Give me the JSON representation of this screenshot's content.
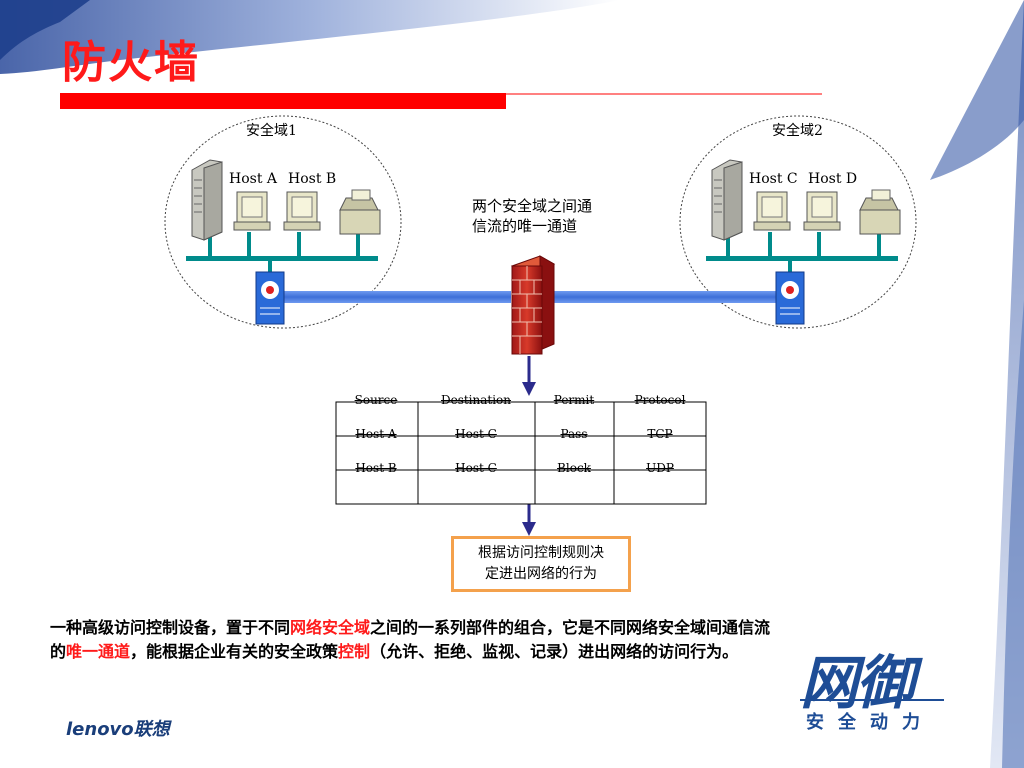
{
  "slide": {
    "title": "防火墙"
  },
  "zones": [
    {
      "label": "安全域1",
      "hosts": [
        "Host A",
        "Host B"
      ]
    },
    {
      "label": "安全域2",
      "hosts": [
        "Host C",
        "Host D"
      ]
    }
  ],
  "firewall_note": {
    "line1": "两个安全域之间通",
    "line2": "信流的唯一通道"
  },
  "rules_table": {
    "headers": [
      "Source",
      "Destination",
      "Permit",
      "Protocol"
    ],
    "rows": [
      [
        "Host A",
        "Host C",
        "Pass",
        "TCP"
      ],
      [
        "Host B",
        "Host C",
        "Block",
        "UDP"
      ]
    ]
  },
  "decision_box": {
    "line1": "根据访问控制规则决",
    "line2": "定进出网络的行为"
  },
  "description": {
    "part1": "一种高级访问控制设备，置于不同",
    "part2_red": "网络安全域",
    "part3": "之间的一系列部件的组合，它是不同网络安全域间通信流的",
    "part4_red": "唯一通道",
    "part5": "，能根据企业有关的安全政策",
    "part6_red": "控制",
    "part7": "（允许、拒绝、监视、记录）进出网络的访问行为。"
  },
  "logos": {
    "lenovo": "lenovo联想",
    "brand": "网御",
    "slogan": "安全动力"
  },
  "colors": {
    "title_red": "#ff1a1a",
    "bar_red": "#ff0000",
    "link_blue": "#4a7fe0",
    "lan_teal": "#008b8b",
    "decision_border": "#f4a14c",
    "arrow_navy": "#2b2b8c",
    "brand_blue": "#1e4d96"
  }
}
